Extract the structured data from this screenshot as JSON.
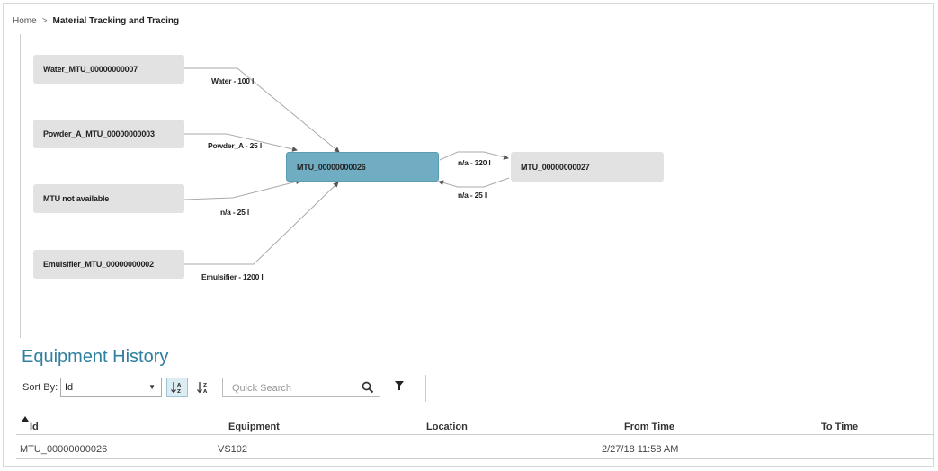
{
  "breadcrumb": {
    "home": "Home",
    "separator": ">",
    "current": "Material Tracking and Tracing"
  },
  "graph": {
    "nodes": {
      "water": "Water_MTU_00000000007",
      "powder": "Powder_A_MTU_00000000003",
      "na": "MTU not available",
      "emulsifier": "Emulsifier_MTU_00000000002",
      "center": "MTU_00000000026",
      "right": "MTU_00000000027"
    },
    "edges": {
      "water": "Water - 100 l",
      "powder": "Powder_A - 25 l",
      "na": "n/a - 25 l",
      "emulsifier": "Emulsifier - 1200 l",
      "out": "n/a - 320 l",
      "back": "n/a - 25 l"
    }
  },
  "history": {
    "title": "Equipment History",
    "sort_label": "Sort By:",
    "sort_value": "Id",
    "search_placeholder": "Quick Search",
    "icons": {
      "sort_asc": "sort-ascending-icon",
      "sort_desc": "sort-descending-icon",
      "search": "search-icon",
      "filter": "filter-icon",
      "sort_arrow": "sort-arrow-up-icon"
    },
    "columns": {
      "id": "Id",
      "equipment": "Equipment",
      "location": "Location",
      "from": "From Time",
      "to": "To Time"
    },
    "rows": [
      {
        "id": "MTU_00000000026",
        "equipment": "VS102",
        "location": "",
        "from": "2/27/18 11:58 AM",
        "to": ""
      }
    ]
  },
  "colors": {
    "accent": "#2f7f9f",
    "active_node": "#70adc3",
    "node": "#e2e2e2"
  }
}
